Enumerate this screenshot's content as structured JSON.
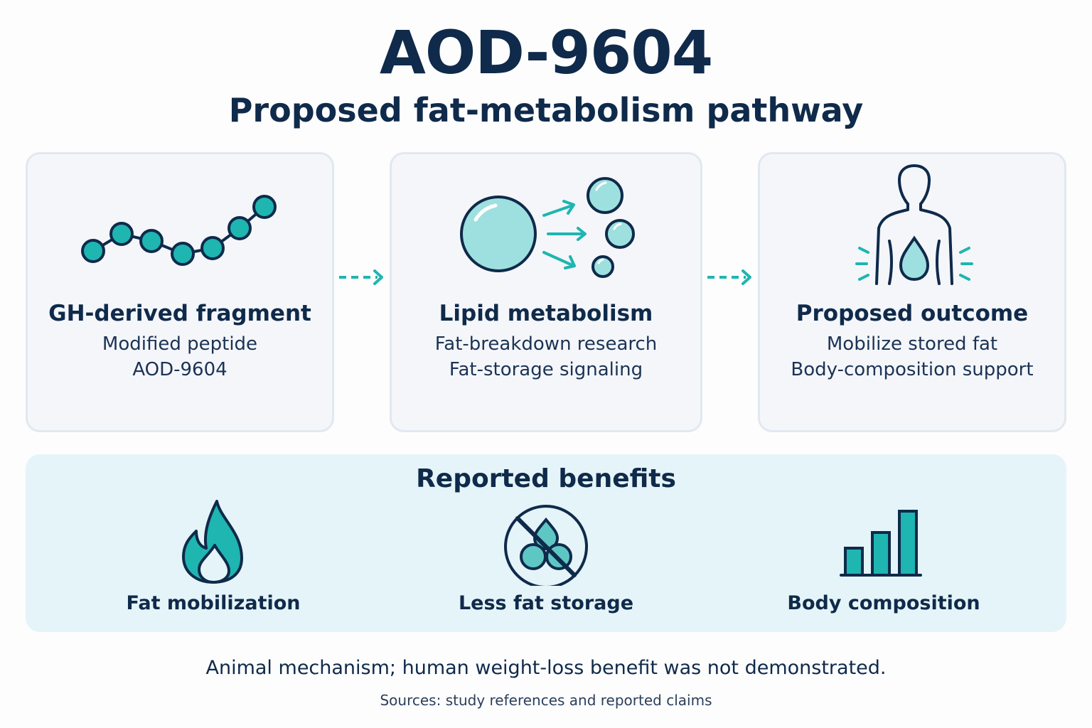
{
  "title": "AOD-9604",
  "subtitle": "Proposed fat-metabolism pathway",
  "colors": {
    "navy": "#0f2a4a",
    "teal": "#1fb5b0",
    "light_teal": "#9ee0df",
    "card_bg": "#f4f6fa",
    "benefits_bg": "#e5f4f8"
  },
  "pathway": [
    {
      "icon": "peptide-chain-icon",
      "title": "GH-derived fragment",
      "lines": [
        "Modified peptide",
        "AOD-9604"
      ]
    },
    {
      "icon": "lipid-droplet-breakdown-icon",
      "title": "Lipid metabolism",
      "lines": [
        "Fat-breakdown research",
        "Fat-storage signaling"
      ]
    },
    {
      "icon": "body-fat-drop-icon",
      "title": "Proposed outcome",
      "lines": [
        "Mobilize stored fat",
        "Body-composition support"
      ]
    }
  ],
  "benefits": {
    "title": "Reported benefits",
    "items": [
      {
        "icon": "flame-icon",
        "label": "Fat mobilization"
      },
      {
        "icon": "no-fat-storage-icon",
        "label": "Less fat storage"
      },
      {
        "icon": "bar-chart-icon",
        "label": "Body composition"
      }
    ]
  },
  "disclaimer": "Animal mechanism; human weight-loss benefit was not demonstrated.",
  "sources": "Sources: study references and reported claims"
}
